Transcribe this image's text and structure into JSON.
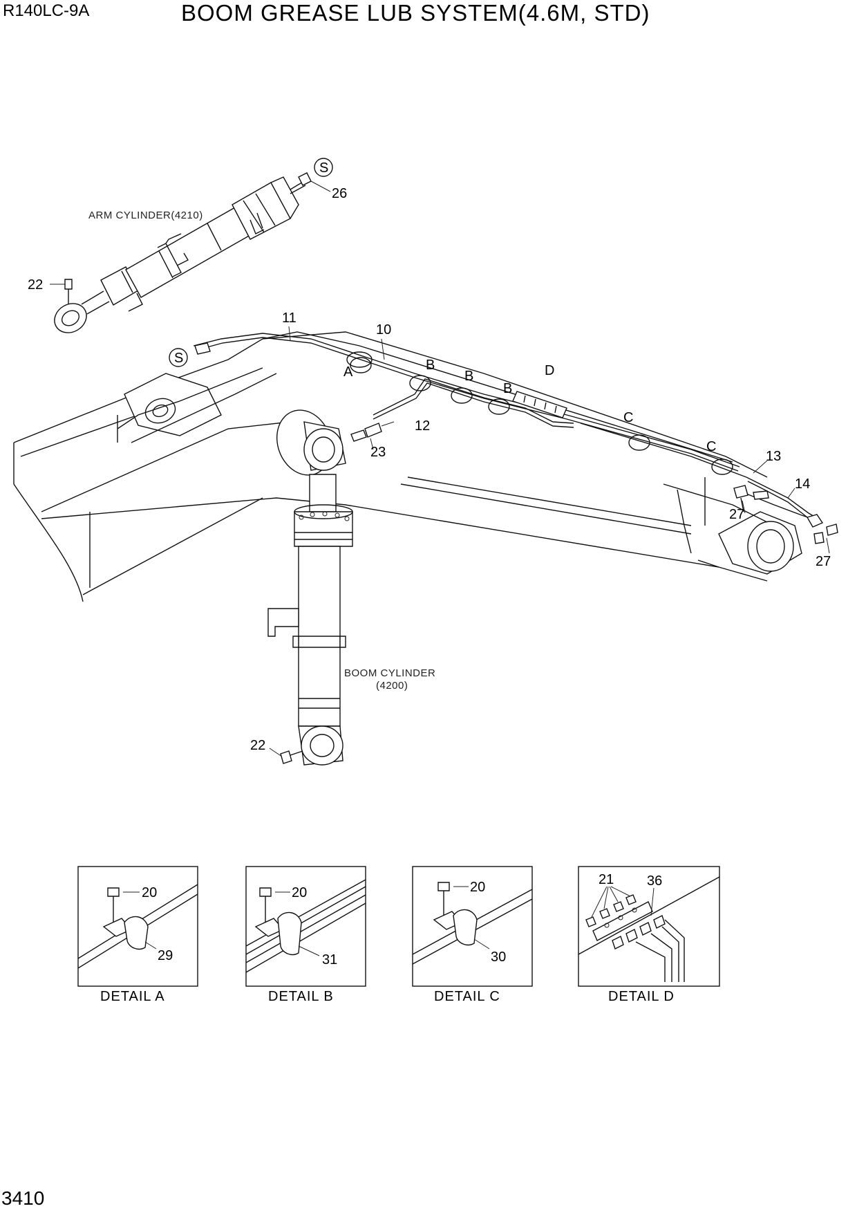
{
  "header": {
    "model": "R140LC-9A",
    "title": "BOOM GREASE LUB SYSTEM(4.6M, STD)"
  },
  "footer": {
    "page_number": "3410"
  },
  "notes": {
    "arm_cylinder": "ARM CYLINDER(4210)",
    "boom_cylinder_line1": "BOOM CYLINDER",
    "boom_cylinder_line2": "(4200)"
  },
  "markers": {
    "s_symbol": "S"
  },
  "callouts": {
    "p11": "11",
    "p10": "10",
    "p12": "12",
    "p13": "13",
    "p14": "14",
    "p22_top": "22",
    "p22_bottom": "22",
    "p23": "23",
    "p26": "26",
    "p27_a": "27",
    "p27_b": "27",
    "a": "A",
    "b1": "B",
    "b2": "B",
    "b3": "B",
    "c1": "C",
    "c2": "C",
    "d": "D"
  },
  "details": [
    {
      "caption": "DETAIL  A",
      "parts": [
        "20",
        "29"
      ]
    },
    {
      "caption": "DETAIL  B",
      "parts": [
        "20",
        "31"
      ]
    },
    {
      "caption": "DETAIL  C",
      "parts": [
        "20",
        "30"
      ]
    },
    {
      "caption": "DETAIL  D",
      "parts": [
        "21",
        "36"
      ]
    }
  ]
}
